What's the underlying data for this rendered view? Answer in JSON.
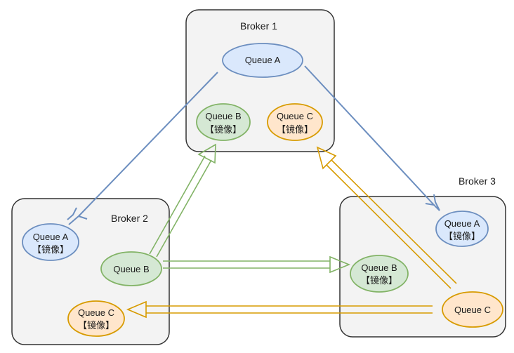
{
  "colors": {
    "blue": "#6c8ebf",
    "blue_fill": "#dae8fc",
    "green": "#82b366",
    "green_fill": "#d5e8d4",
    "orange": "#d79b00",
    "orange_fill": "#ffe6cc",
    "box_stroke": "#333333",
    "box_fill": "#f3f3f3"
  },
  "brokers": [
    {
      "id": "b1",
      "label": "Broker 1"
    },
    {
      "id": "b2",
      "label": "Broker 2"
    },
    {
      "id": "b3",
      "label": "Broker 3"
    }
  ],
  "queues": [
    {
      "id": "b1-qa",
      "broker": "Broker 1",
      "line1": "Queue A",
      "line2": "",
      "color": "blue"
    },
    {
      "id": "b1-qb",
      "broker": "Broker 1",
      "line1": "Queue B",
      "line2": "【镜像】",
      "color": "green"
    },
    {
      "id": "b1-qc",
      "broker": "Broker 1",
      "line1": "Queue C",
      "line2": "【镜像】",
      "color": "orange"
    },
    {
      "id": "b2-qa",
      "broker": "Broker 2",
      "line1": "Queue A",
      "line2": "【镜像】",
      "color": "blue"
    },
    {
      "id": "b2-qb",
      "broker": "Broker 2",
      "line1": "Queue B",
      "line2": "",
      "color": "green"
    },
    {
      "id": "b2-qc",
      "broker": "Broker 2",
      "line1": "Queue C",
      "line2": "【镜像】",
      "color": "orange"
    },
    {
      "id": "b3-qa",
      "broker": "Broker 3",
      "line1": "Queue A",
      "line2": "【镜像】",
      "color": "blue"
    },
    {
      "id": "b3-qb",
      "broker": "Broker 3",
      "line1": "Queue B",
      "line2": "【镜像】",
      "color": "green"
    },
    {
      "id": "b3-qc",
      "broker": "Broker 3",
      "line1": "Queue C",
      "line2": "",
      "color": "orange"
    }
  ],
  "edges": [
    {
      "from": "b1-qa",
      "to": "b2-qa",
      "color": "blue"
    },
    {
      "from": "b1-qa",
      "to": "b3-qa",
      "color": "blue"
    },
    {
      "from": "b2-qb",
      "to": "b1-qb",
      "color": "green"
    },
    {
      "from": "b2-qb",
      "to": "b3-qb",
      "color": "green"
    },
    {
      "from": "b3-qc",
      "to": "b1-qc",
      "color": "orange"
    },
    {
      "from": "b3-qc",
      "to": "b2-qc",
      "color": "orange"
    }
  ]
}
